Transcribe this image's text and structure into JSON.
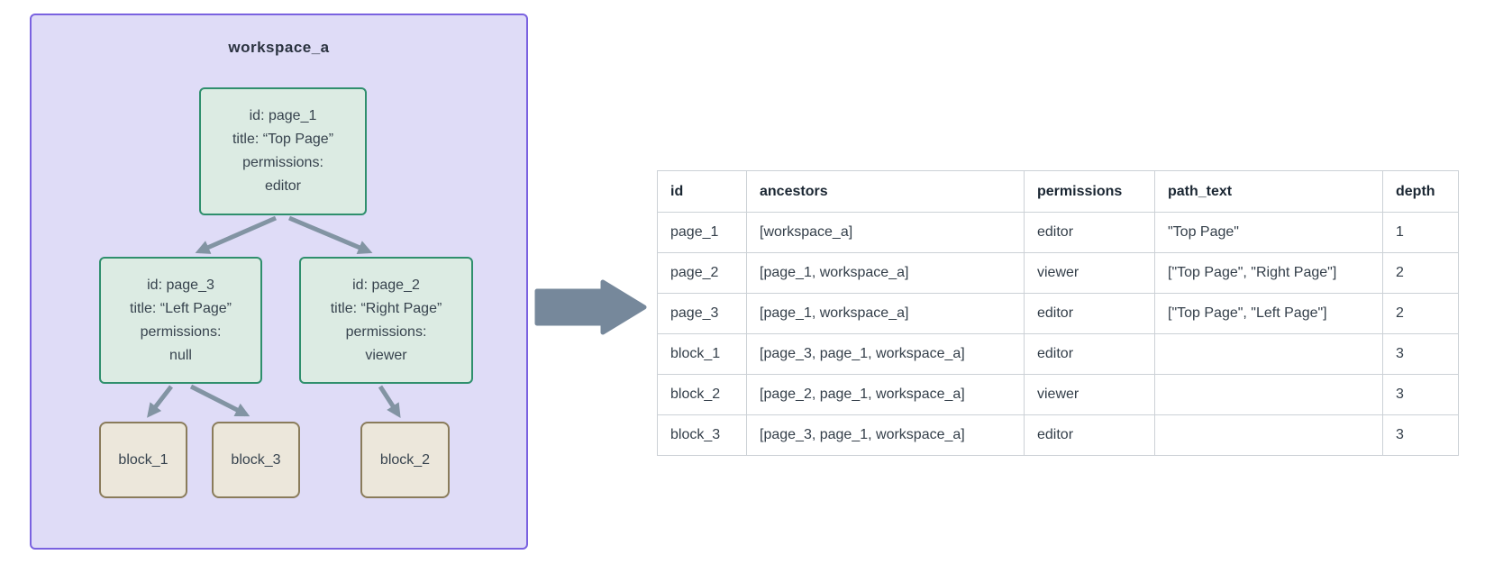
{
  "diagram": {
    "workspace_label": "workspace_a",
    "nodes": [
      {
        "id": "page_1",
        "lines": [
          "id: page_1",
          "title: “Top Page”",
          "permissions:",
          "editor"
        ]
      },
      {
        "id": "page_3",
        "lines": [
          "id: page_3",
          "title: “Left Page”",
          "permissions:",
          "null"
        ]
      },
      {
        "id": "page_2",
        "lines": [
          "id: page_2",
          "title: “Right Page”",
          "permissions:",
          "viewer"
        ]
      }
    ],
    "blocks": [
      {
        "label": "block_1"
      },
      {
        "label": "block_3"
      },
      {
        "label": "block_2"
      }
    ]
  },
  "table": {
    "columns": [
      "id",
      "ancestors",
      "permissions",
      "path_text",
      "depth"
    ],
    "rows": [
      [
        "page_1",
        "[workspace_a]",
        "editor",
        "\"Top Page\"",
        "1"
      ],
      [
        "page_2",
        "[page_1, workspace_a]",
        "viewer",
        "[\"Top Page\", \"Right Page\"]",
        "2"
      ],
      [
        "page_3",
        "[page_1, workspace_a]",
        "editor",
        "[\"Top Page\", \"Left Page\"]",
        "2"
      ],
      [
        "block_1",
        "[page_3, page_1, workspace_a]",
        "editor",
        "",
        "3"
      ],
      [
        "block_2",
        "[page_2, page_1, workspace_a]",
        "viewer",
        "",
        "3"
      ],
      [
        "block_3",
        "[page_3, page_1, workspace_a]",
        "editor",
        "",
        "3"
      ]
    ]
  },
  "colors": {
    "workspace_bg": "#dfdcf7",
    "workspace_border": "#7a62e0",
    "page_node_bg": "#dcebe3",
    "page_node_border": "#2f8f6d",
    "block_node_bg": "#ece7db",
    "block_node_border": "#8a7c5b",
    "tree_edge": "#8294a3",
    "flow_arrow": "#76889b",
    "table_border": "#ccd1d6",
    "heading_text": "#1b2733",
    "body_text": "#333e49"
  }
}
